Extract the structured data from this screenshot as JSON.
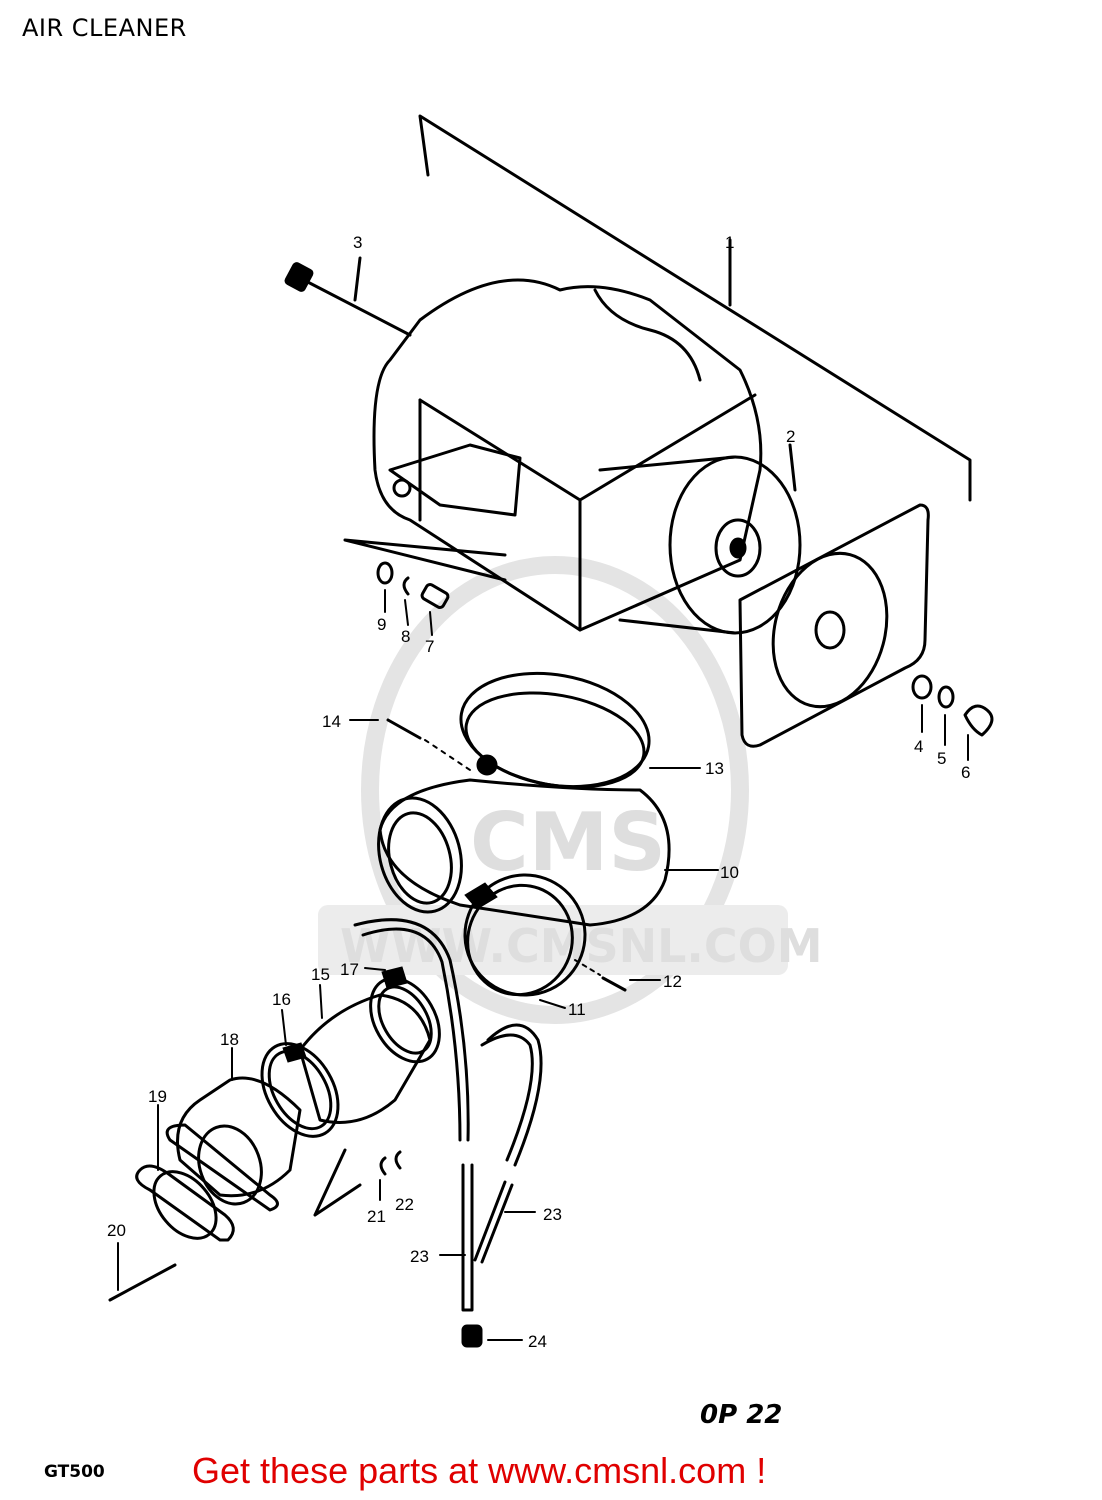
{
  "title": "AIR CLEANER",
  "watermark": {
    "brand": "CMS",
    "site": "WWW.CMSNL.COM"
  },
  "callouts": [
    {
      "id": "c1",
      "text": "1"
    },
    {
      "id": "c2",
      "text": "2"
    },
    {
      "id": "c3",
      "text": "3"
    },
    {
      "id": "c4",
      "text": "4"
    },
    {
      "id": "c5",
      "text": "5"
    },
    {
      "id": "c6",
      "text": "6"
    },
    {
      "id": "c7",
      "text": "7"
    },
    {
      "id": "c8",
      "text": "8"
    },
    {
      "id": "c9",
      "text": "9"
    },
    {
      "id": "c10",
      "text": "10"
    },
    {
      "id": "c11",
      "text": "11"
    },
    {
      "id": "c12",
      "text": "12"
    },
    {
      "id": "c13",
      "text": "13"
    },
    {
      "id": "c14",
      "text": "14"
    },
    {
      "id": "c15",
      "text": "15"
    },
    {
      "id": "c16",
      "text": "16"
    },
    {
      "id": "c17",
      "text": "17"
    },
    {
      "id": "c18",
      "text": "18"
    },
    {
      "id": "c19",
      "text": "19"
    },
    {
      "id": "c20",
      "text": "20"
    },
    {
      "id": "c21",
      "text": "21"
    },
    {
      "id": "c22",
      "text": "22"
    },
    {
      "id": "c23a",
      "text": "23"
    },
    {
      "id": "c23b",
      "text": "23"
    },
    {
      "id": "c24",
      "text": "24"
    }
  ],
  "diagram_code": "0P 22",
  "model": "GT500",
  "footer": {
    "text": "Get these parts at www.cmsnl.com !",
    "color": "#e00000"
  }
}
